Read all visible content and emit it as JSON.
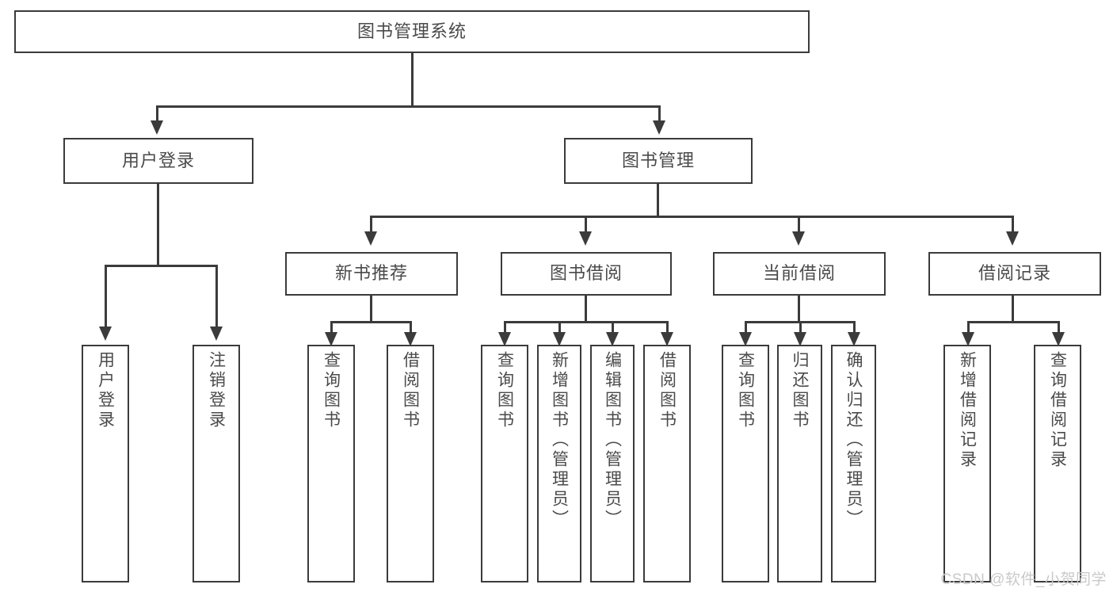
{
  "diagram": {
    "type": "tree",
    "title": "图书管理系统",
    "root": {
      "label": "图书管理系统"
    },
    "level2": [
      {
        "label": "用户登录"
      },
      {
        "label": "图书管理"
      }
    ],
    "level3": [
      {
        "label": "新书推荐"
      },
      {
        "label": "图书借阅"
      },
      {
        "label": "当前借阅"
      },
      {
        "label": "借阅记录"
      }
    ],
    "leaves": {
      "user_login": [
        {
          "label": "用户登录"
        },
        {
          "label": "注销登录"
        }
      ],
      "new_book_recommend": [
        {
          "label": "查询图书"
        },
        {
          "label": "借阅图书"
        }
      ],
      "book_borrow": [
        {
          "label": "查询图书"
        },
        {
          "label": "新增图书（管理员）"
        },
        {
          "label": "编辑图书（管理员）"
        },
        {
          "label": "借阅图书"
        }
      ],
      "current_borrow": [
        {
          "label": "查询图书"
        },
        {
          "label": "归还图书"
        },
        {
          "label": "确认归还（管理员）"
        }
      ],
      "borrow_record": [
        {
          "label": "新增借阅记录"
        },
        {
          "label": "查询借阅记录"
        }
      ]
    }
  },
  "watermark": {
    "text": "CSDN @软件_小贺同学"
  },
  "colors": {
    "border": "#3b3b3b",
    "text": "#4a4a4a",
    "background": "#ffffff",
    "watermark": "#c9c9c9"
  }
}
